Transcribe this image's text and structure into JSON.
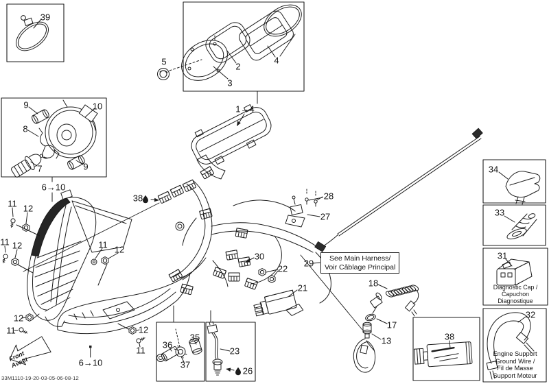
{
  "drawing": {
    "part_code": "33M1110-19-20-03-05-06-08-12",
    "background_color": "#ffffff",
    "line_color": "#1c1c1c"
  },
  "callouts": {
    "c39": "39",
    "c5": "5",
    "c2": "2",
    "c3": "3",
    "c4": "4",
    "c1_4": "1→4",
    "c9a": "9",
    "c9b": "9",
    "c10": "10",
    "c8": "8",
    "c7": "7",
    "c6_10a": "6→10",
    "c6_10b": "6→10",
    "c38a": "38",
    "c38b": "38",
    "c11a": "11",
    "c11b": "11",
    "c11c": "11",
    "c11d": "11",
    "c11e": "11",
    "c12a": "12",
    "c12b": "12",
    "c12c": "12",
    "c12d": "12",
    "c12e": "12",
    "c13": "13",
    "c17": "17",
    "c18": "18",
    "c21": "21",
    "c22": "22",
    "c23": "23",
    "c26": "26",
    "c27": "27",
    "c28": "28",
    "c29": "29",
    "c30": "30",
    "c31": "31",
    "c32": "32",
    "c33": "33",
    "c34": "34",
    "c35": "35",
    "c36": "36",
    "c37": "37"
  },
  "notes": {
    "main_harness": [
      "See Main Harness/",
      "Voir Câblage Principal"
    ],
    "diagnostic_cap": [
      "Diagnostic Cap /",
      "Capuchon",
      "Diagnostique"
    ],
    "ground_wire": [
      "Engine Support",
      "Ground Wire /",
      "Fil de Masse",
      "Support Moteur"
    ]
  },
  "front_arrow": [
    "Front",
    "Avant"
  ]
}
